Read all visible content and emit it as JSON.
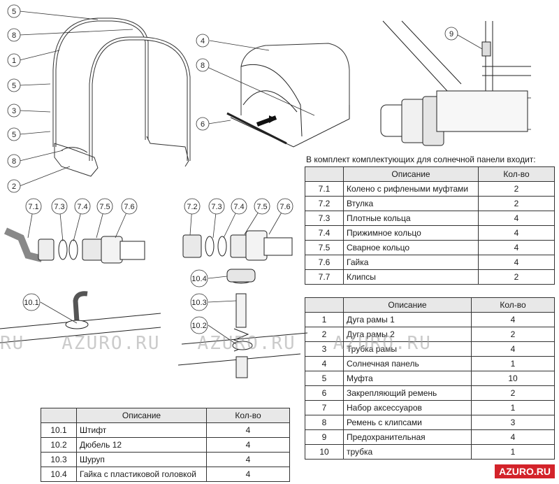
{
  "watermark": "RU   AZURO.RU   AZURO.RU   AZURO.RU",
  "brand": "AZURO.RU",
  "callouts": {
    "c5a": "5",
    "c8a": "8",
    "c1": "1",
    "c5b": "5",
    "c3": "3",
    "c5c": "5",
    "c8b": "8",
    "c2": "2",
    "c4": "4",
    "c8c": "8",
    "c6": "6",
    "c9": "9",
    "c71": "7.1",
    "c73a": "7.3",
    "c74a": "7.4",
    "c75a": "7.5",
    "c76a": "7.6",
    "c72": "7.2",
    "c73b": "7.3",
    "c74b": "7.4",
    "c75b": "7.5",
    "c76b": "7.6",
    "c104": "10.4",
    "c103": "10.3",
    "c102": "10.2",
    "c101": "10.1"
  },
  "kit_title": "В комплект комплектующих для солнечной панели входит:",
  "headers": {
    "description": "Описание",
    "qty": "Кол-во"
  },
  "kit_table": [
    {
      "no": "7.1",
      "desc": "Колено с рифлеными муфтами",
      "qty": "2"
    },
    {
      "no": "7.2",
      "desc": "Втулка",
      "qty": "2"
    },
    {
      "no": "7.3",
      "desc": "Плотные кольца",
      "qty": "4"
    },
    {
      "no": "7.4",
      "desc": "Прижимное кольцо",
      "qty": "4"
    },
    {
      "no": "7.5",
      "desc": "Сварное кольцо",
      "qty": "4"
    },
    {
      "no": "7.6",
      "desc": "Гайка",
      "qty": "4"
    },
    {
      "no": "7.7",
      "desc": "Клипсы",
      "qty": "2"
    }
  ],
  "main_table": [
    {
      "no": "1",
      "desc": "Дуга рамы 1",
      "qty": "4"
    },
    {
      "no": "2",
      "desc": "Дуга рамы 2",
      "qty": "2"
    },
    {
      "no": "3",
      "desc": "Трубка рамы",
      "qty": "4"
    },
    {
      "no": "4",
      "desc": "Солнечная панель",
      "qty": "1"
    },
    {
      "no": "5",
      "desc": "Муфта",
      "qty": "10"
    },
    {
      "no": "6",
      "desc": "Закрепляющий ремень",
      "qty": "2"
    },
    {
      "no": "7",
      "desc": "Набор аксессуаров",
      "qty": "1"
    },
    {
      "no": "8",
      "desc": "Ремень с клипсами",
      "qty": "3"
    },
    {
      "no": "9",
      "desc": "Предохранительная",
      "qty": "4"
    },
    {
      "no": "10",
      "desc": "трубка",
      "qty": "1"
    }
  ],
  "fasteners_table": [
    {
      "no": "10.1",
      "desc": "Штифт",
      "qty": "4"
    },
    {
      "no": "10.2",
      "desc": "Дюбель 12",
      "qty": "4"
    },
    {
      "no": "10.3",
      "desc": "Шуруп",
      "qty": "4"
    },
    {
      "no": "10.4",
      "desc": "Гайка с пластиковой головкой",
      "qty": "4"
    }
  ]
}
